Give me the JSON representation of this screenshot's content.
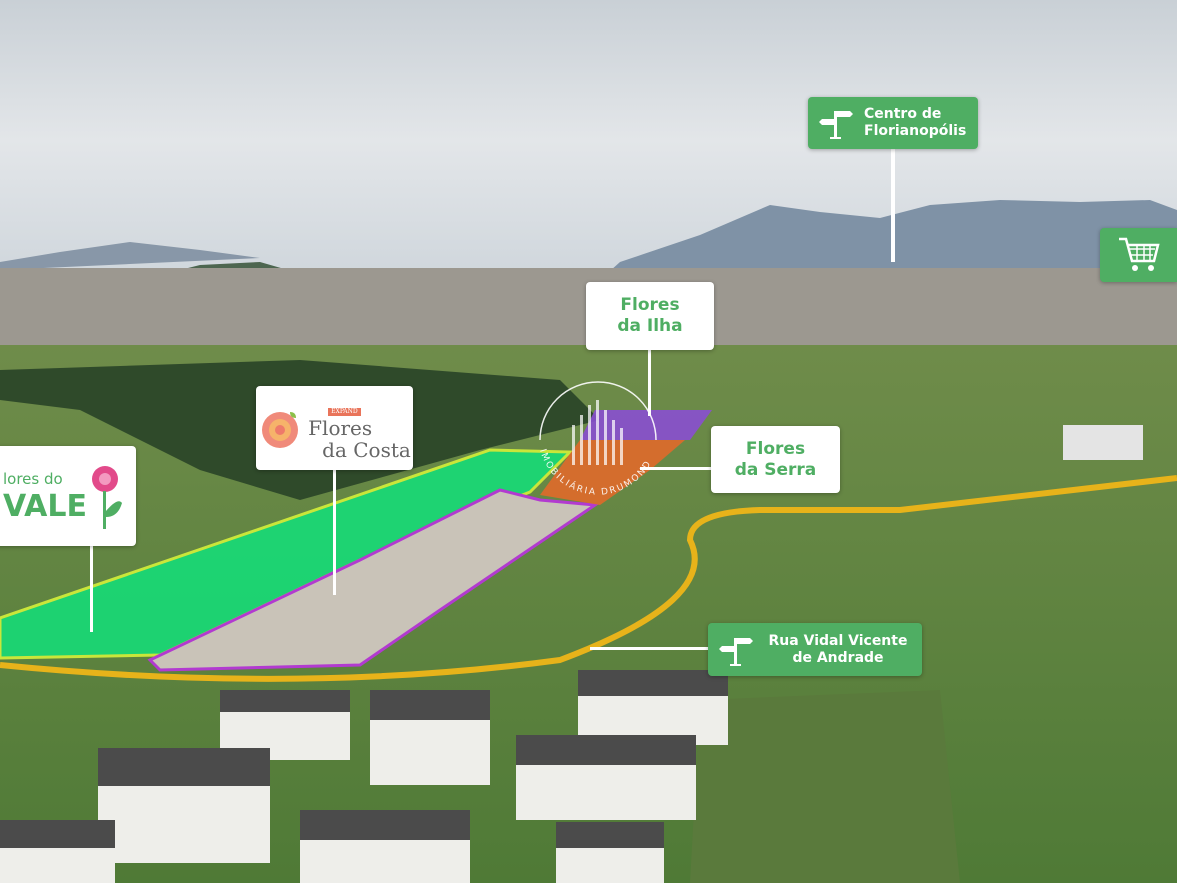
{
  "labels": {
    "centro": {
      "line1": "Centro de",
      "line2": "Florianopólis",
      "icon": "signpost-icon"
    },
    "shopping": {
      "icon": "shopping-cart-icon"
    },
    "flores_ilha": {
      "line1": "Flores",
      "line2": "da Ilha"
    },
    "flores_costa": {
      "line1": "Flores",
      "line2": "da Costa",
      "badge": "EXPAND"
    },
    "flores_vale": {
      "line1": "lores do",
      "line2": "VALE"
    },
    "flores_serra": {
      "line1": "Flores",
      "line2": "da Serra"
    },
    "rua": {
      "line1": "Rua Vidal Vicente",
      "line2": "de Andrade",
      "icon": "signpost-icon"
    }
  },
  "watermark": {
    "text": "IMOBILIÁRIA DRUMOND"
  },
  "colors": {
    "label_green": "#4fae63",
    "zone_green": "#12e07a",
    "zone_purple": "#8a4fd0",
    "zone_orange": "#e06a2a",
    "road_yellow": "#e7b31a"
  }
}
